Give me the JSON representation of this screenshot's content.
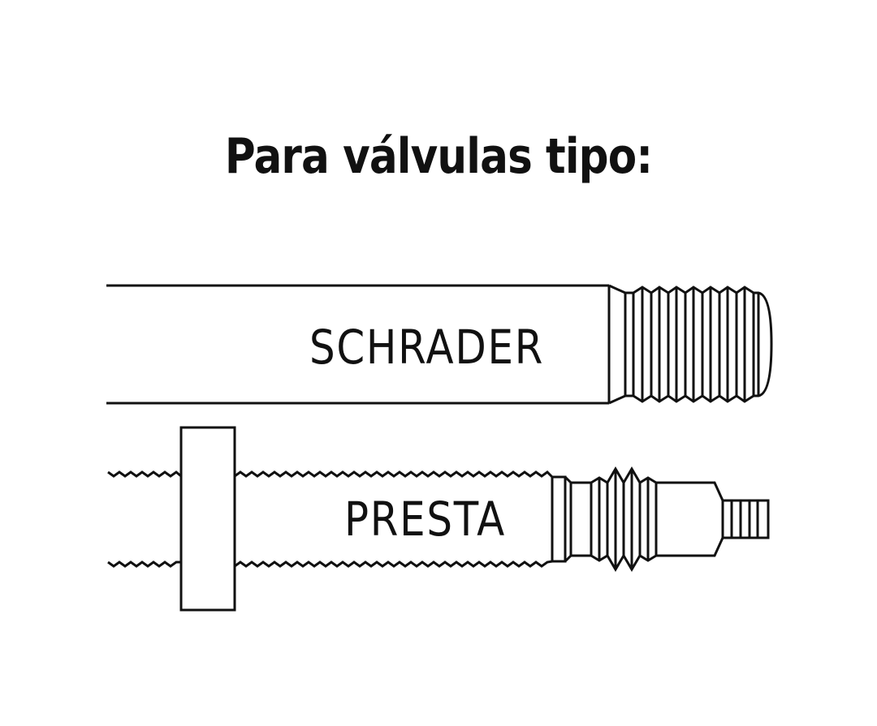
{
  "title": "Para válvulas tipo:",
  "valves": [
    {
      "name": "SCHRADER"
    },
    {
      "name": "PRESTA"
    }
  ],
  "colors": {
    "line": "#111111",
    "background": "#ffffff"
  }
}
